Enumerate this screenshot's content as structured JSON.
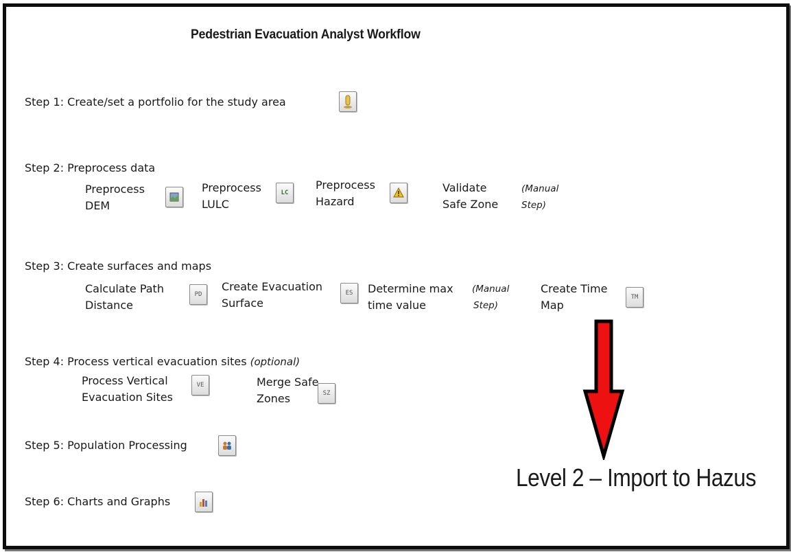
{
  "title": "Pedestrian Evacuation Analyst Workflow",
  "steps": {
    "s1": "Step 1: Create/set a portfolio for the study area",
    "s2": "Step 2: Preprocess data",
    "s3": "Step 3: Create surfaces and maps",
    "s4": "Step 4: Process vertical evacuation sites",
    "s4_optional": "(optional)",
    "s5": "Step 5: Population Processing",
    "s6": "Step 6: Charts and Graphs"
  },
  "tools": {
    "preprocess_dem": [
      "Preprocess",
      "DEM"
    ],
    "preprocess_lulc": [
      "Preprocess",
      "LULC"
    ],
    "preprocess_hazard": [
      "Preprocess",
      "Hazard"
    ],
    "validate_safe_zone": [
      "Validate",
      "Safe Zone"
    ],
    "manual_step": [
      "(Manual",
      "Step)"
    ],
    "path_distance": [
      "Calculate Path",
      "Distance"
    ],
    "evac_surface": [
      "Create Evacuation",
      "Surface"
    ],
    "max_time": [
      "Determine max",
      "time value"
    ],
    "time_map": [
      "Create Time",
      "Map"
    ],
    "vertical_sites": [
      "Process Vertical",
      "Evacuation Sites"
    ],
    "merge_safe": [
      "Merge Safe",
      "Zones"
    ]
  },
  "icons": {
    "lulc": "LC",
    "pd": "PD",
    "es": "ES",
    "tm": "TM",
    "ve": "VE",
    "sz": "SZ"
  },
  "arrow_label": "Level 2 – Import to Hazus",
  "colors": {
    "arrow": "#ee1111",
    "frame": "#0d0d0d"
  }
}
